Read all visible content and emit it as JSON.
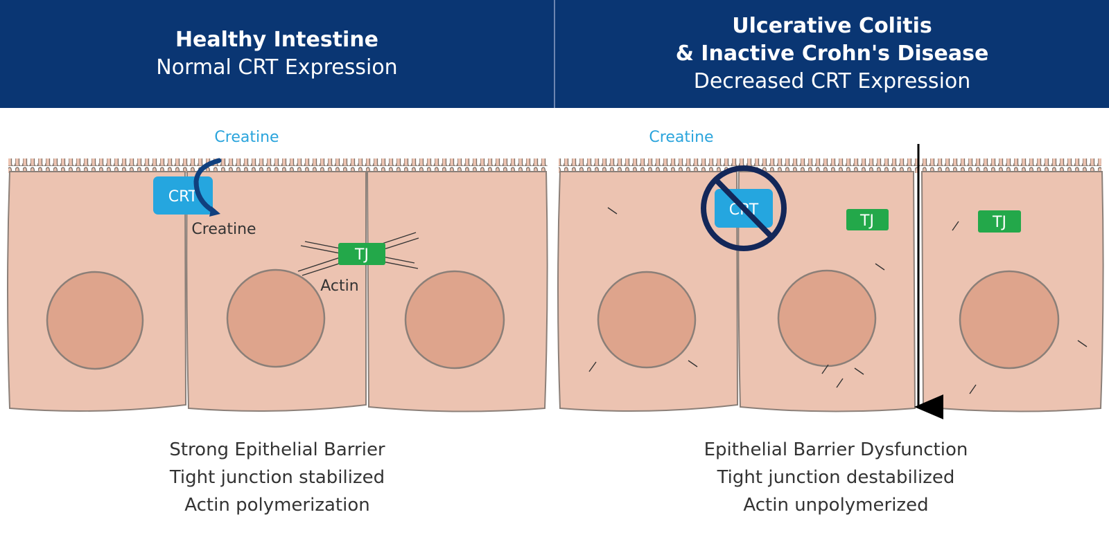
{
  "left_panel": {
    "header_title": "Healthy Intestine",
    "header_subtitle": "Normal CRT Expression",
    "label_creatine_outside": "Creatine",
    "label_crt": "CRT",
    "label_creatine_inside": "Creatine",
    "label_tj": "TJ",
    "label_actin": "Actin",
    "caption": [
      "Strong Epithelial Barrier",
      "Tight junction stabilized",
      "Actin polymerization"
    ]
  },
  "right_panel": {
    "header_title_line1": "Ulcerative Colitis",
    "header_title_line2": "& Inactive Crohn's Disease",
    "header_subtitle": "Decreased CRT Expression",
    "label_creatine_outside": "Creatine",
    "label_crt": "CRT",
    "label_tj_1": "TJ",
    "label_tj_2": "TJ",
    "caption": [
      "Epithelial Barrier Dysfunction",
      "Tight junction destabilized",
      "Actin unpolymerized"
    ]
  },
  "colors": {
    "header_bg": "#0a3673",
    "cell_fill": "#ecc3b1",
    "nucleus_fill": "#dea48c",
    "crt_blue": "#25a6df",
    "tj_green": "#23a84a",
    "creatine_label_blue": "#2aa4dc",
    "arrow_navy": "#10407e",
    "prohibition_navy": "#132759"
  },
  "icons": {
    "creatine_transport": "curved-arrow-icon",
    "crt_blocked": "prohibition-icon",
    "leak": "down-arrow-icon"
  }
}
